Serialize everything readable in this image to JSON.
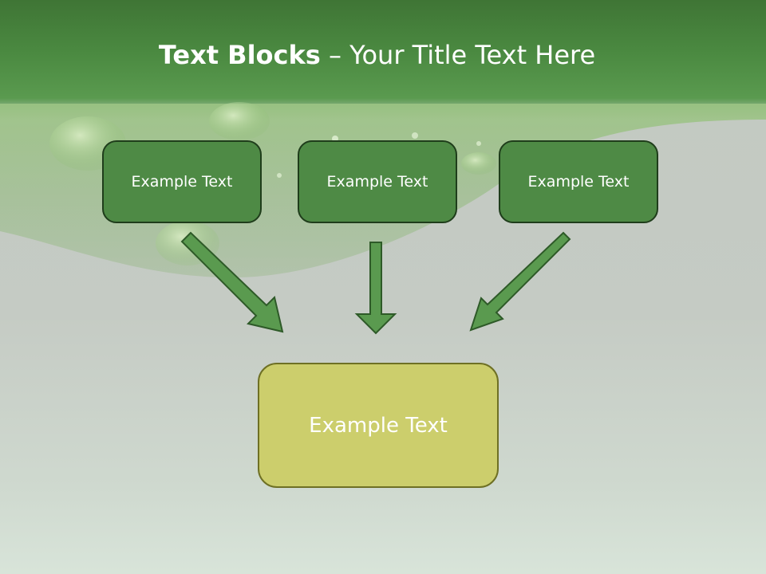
{
  "slide": {
    "title_bold": "Text Blocks",
    "title_dash": " – ",
    "title_rest": "Your Title Text Here"
  },
  "blocks": [
    {
      "label": "Example Text"
    },
    {
      "label": "Example Text"
    },
    {
      "label": "Example Text"
    }
  ],
  "target": {
    "label": "Example Text"
  },
  "colors": {
    "header": "#4b8a41",
    "block_fill": "#4e8a45",
    "block_border": "#1f3d1b",
    "target_fill": "#ccce6c",
    "target_border": "#6e7024",
    "arrow_fill": "#5a9a4f",
    "arrow_stroke": "#2e5a28"
  }
}
